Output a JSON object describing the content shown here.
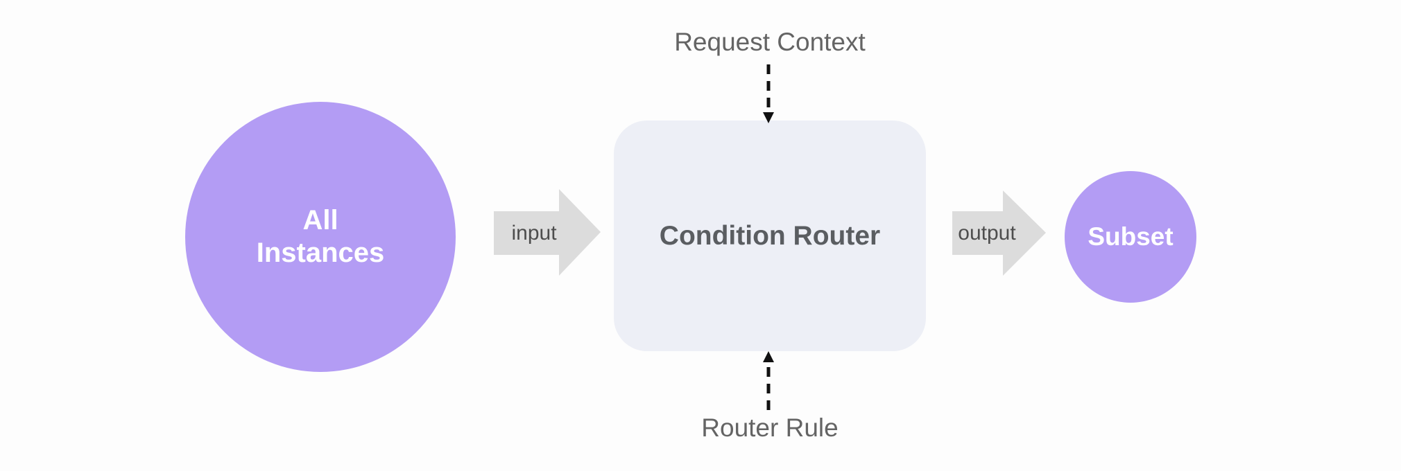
{
  "diagram": {
    "background_color": "#fdfdfd",
    "accent_color": "#b39cf4",
    "box_color": "#edeff6",
    "arrow_color": "#dcdcdc",
    "dashed_arrow_color": "#111111",
    "nodes": {
      "all_instances": {
        "label_line1": "All",
        "label_line2": "Instances",
        "shape": "circle",
        "color": "#b39cf4"
      },
      "condition_router": {
        "label": "Condition Router",
        "shape": "rounded-rect",
        "color": "#edeff6"
      },
      "subset": {
        "label": "Subset",
        "shape": "circle",
        "color": "#b39cf4"
      }
    },
    "edges": {
      "input": {
        "label": "input",
        "style": "block-arrow-right"
      },
      "output": {
        "label": "output",
        "style": "block-arrow-right"
      },
      "request_context": {
        "label": "Request Context",
        "style": "dashed-arrow-down"
      },
      "router_rule": {
        "label": "Router Rule",
        "style": "dashed-arrow-up"
      }
    }
  }
}
